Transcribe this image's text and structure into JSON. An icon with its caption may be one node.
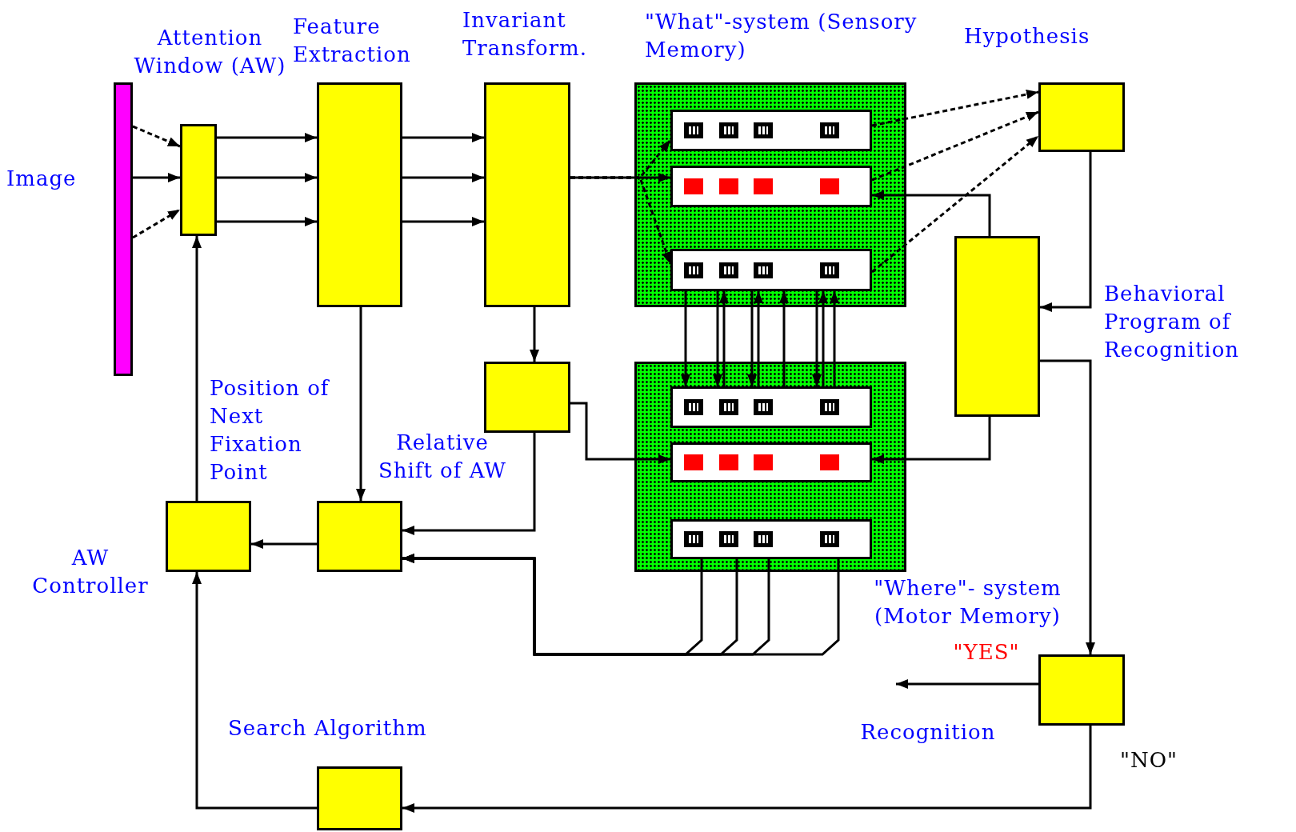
{
  "diagram": {
    "nodes": [
      {
        "text": [
          "Image"
        ]
      },
      {
        "text": [
          "Attention Window (AW)"
        ]
      },
      {
        "text": [
          "Feature Extraction"
        ]
      },
      {
        "text": [
          "Invariant Transform."
        ]
      },
      {
        "text": [
          "\"What\"-system (Sensory Memory)"
        ]
      },
      {
        "text": [],
        "shape": "box",
        "in": 4
      },
      {
        "text": [],
        "shape": "box",
        "in": 4
      },
      {
        "text": [],
        "shape": "box",
        "in": 4
      },
      {
        "text": [
          "Hypothesis"
        ]
      },
      {
        "text": [
          "Behavioral Program of Recognition"
        ]
      },
      {
        "text": [
          "Relative Shift of AW"
        ]
      },
      {
        "text": [
          "\"Where\"- system (Motor Memory)"
        ]
      },
      {
        "text": [],
        "shape": "box",
        "in": 11
      },
      {
        "text": [],
        "shape": "box",
        "in": 11
      },
      {
        "text": [],
        "shape": "box",
        "in": 11
      },
      {
        "text": [
          "Position of Next Fixation Point"
        ]
      },
      {
        "text": [
          "AW Controller"
        ]
      },
      {
        "text": [
          "Recognition"
        ]
      },
      {
        "text": [
          "Search Algorithm"
        ]
      }
    ],
    "edges": [
      {
        "from": 0,
        "to": 1,
        "arrow": "to",
        "style": "dashed"
      },
      {
        "from": 0,
        "to": 1,
        "arrow": "to"
      },
      {
        "from": 0,
        "to": 1,
        "arrow": "to",
        "style": "dashed"
      },
      {
        "from": 1,
        "to": 2,
        "arrow": "to"
      },
      {
        "from": 1,
        "to": 2,
        "arrow": "to"
      },
      {
        "from": 1,
        "to": 2,
        "arrow": "to"
      },
      {
        "from": 2,
        "to": 3,
        "arrow": "to"
      },
      {
        "from": 2,
        "to": 3,
        "arrow": "to"
      },
      {
        "from": 2,
        "to": 3,
        "arrow": "to"
      },
      {
        "from": 3,
        "to": 6,
        "arrow": "to"
      },
      {
        "from": 3,
        "to": 5,
        "arrow": "to",
        "style": "dashed"
      },
      {
        "from": 3,
        "to": 7,
        "arrow": "to",
        "style": "dashed"
      },
      {
        "from": 5,
        "to": 8,
        "arrow": "to",
        "style": "dashed"
      },
      {
        "from": 6,
        "to": 8,
        "arrow": "to",
        "style": "dashed"
      },
      {
        "from": 7,
        "to": 8,
        "arrow": "to",
        "style": "dashed"
      },
      {
        "from": 8,
        "to": 9,
        "arrow": "to"
      },
      {
        "from": 9,
        "to": 6,
        "arrow": "to"
      },
      {
        "from": 9,
        "to": 13,
        "arrow": "to"
      },
      {
        "from": 9,
        "to": 17,
        "arrow": "to"
      },
      {
        "from": 3,
        "to": 10,
        "arrow": "to"
      },
      {
        "from": 10,
        "to": 13,
        "arrow": "to"
      },
      {
        "from": 10,
        "to": 15,
        "arrow": "to"
      },
      {
        "from": 2,
        "to": 15,
        "arrow": "to"
      },
      {
        "from": 15,
        "to": 16,
        "arrow": "to"
      },
      {
        "from": 16,
        "to": 1,
        "arrow": "to"
      },
      {
        "from": 14,
        "to": 15,
        "arrow": "to"
      },
      {
        "from": 14,
        "to": 15,
        "arrow": "to"
      },
      {
        "from": 14,
        "to": 15,
        "arrow": "to"
      },
      {
        "from": 14,
        "to": 15,
        "arrow": "to"
      },
      {
        "from": 7,
        "to": 12,
        "arrow": "to"
      },
      {
        "from": 7,
        "to": 12,
        "arrow": "to"
      },
      {
        "from": 7,
        "to": 12,
        "arrow": "to"
      },
      {
        "from": 7,
        "to": 12,
        "arrow": "to"
      },
      {
        "from": 12,
        "to": 7,
        "arrow": "to"
      },
      {
        "from": 12,
        "to": 7,
        "arrow": "to"
      },
      {
        "from": 12,
        "to": 7,
        "arrow": "to"
      },
      {
        "from": 12,
        "to": 7,
        "arrow": "to"
      },
      {
        "from": 12,
        "to": 7,
        "arrow": "to"
      },
      {
        "from": 17,
        "to": 18,
        "arrow": "to",
        "label": "\"NO\""
      },
      {
        "from": 18,
        "to": 16,
        "arrow": "to"
      },
      {
        "from": 17,
        "to": null,
        "arrow": "to",
        "label": "\"YES\""
      }
    ]
  }
}
